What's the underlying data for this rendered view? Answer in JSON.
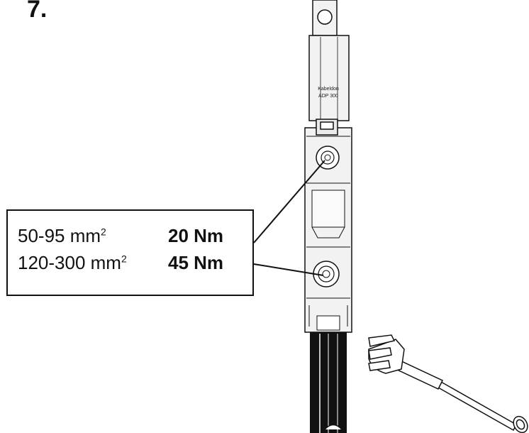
{
  "step": "7.",
  "device_label": {
    "line1": "Kabeldon",
    "line2": "ADP 300"
  },
  "torque_table": [
    {
      "range": "50-95 mm",
      "sup": "2",
      "torque": "20 Nm"
    },
    {
      "range": "120-300 mm",
      "sup": "2",
      "torque": "45 Nm"
    }
  ],
  "colors": {
    "stroke": "#111111",
    "body": "#f2f2f2",
    "cable": "#111111"
  }
}
